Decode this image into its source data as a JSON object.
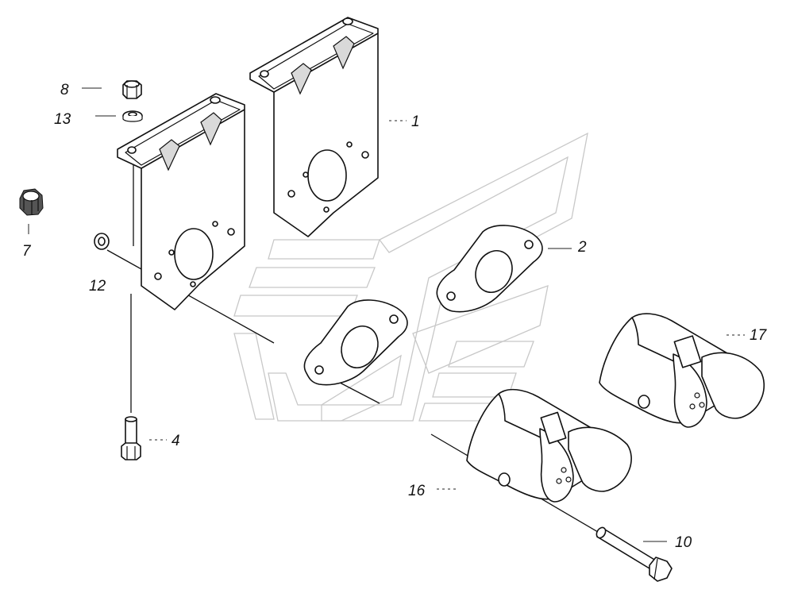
{
  "diagram": {
    "type": "exploded parts diagram",
    "callouts": [
      {
        "id": "c1",
        "label": "1"
      },
      {
        "id": "c2",
        "label": "2"
      },
      {
        "id": "c4",
        "label": "4"
      },
      {
        "id": "c7",
        "label": "7"
      },
      {
        "id": "c8",
        "label": "8"
      },
      {
        "id": "c10",
        "label": "10"
      },
      {
        "id": "c12",
        "label": "12"
      },
      {
        "id": "c13",
        "label": "13"
      },
      {
        "id": "c16",
        "label": "16"
      },
      {
        "id": "c17",
        "label": "17"
      }
    ],
    "colors": {
      "line": "#111111",
      "watermark": "#c8c8c8",
      "background": "#ffffff"
    }
  }
}
